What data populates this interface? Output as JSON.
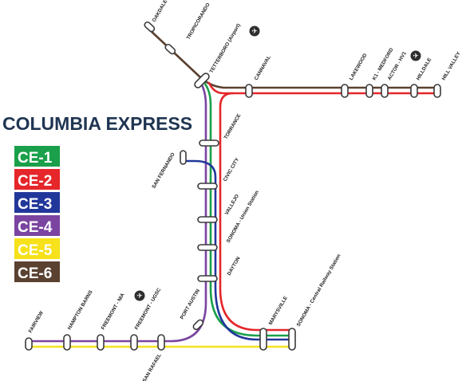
{
  "title": "COLUMBIA EXPRESS",
  "lines": [
    {
      "id": "CE-1",
      "label": "CE-1",
      "color": "#1aa04a"
    },
    {
      "id": "CE-2",
      "label": "CE-2",
      "color": "#e5262a"
    },
    {
      "id": "CE-3",
      "label": "CE-3",
      "color": "#22379a"
    },
    {
      "id": "CE-4",
      "label": "CE-4",
      "color": "#7a44a0"
    },
    {
      "id": "CE-5",
      "label": "CE-5",
      "color": "#f6e11a"
    },
    {
      "id": "CE-6",
      "label": "CE-6",
      "color": "#5a4130"
    }
  ],
  "stations": {
    "oakdale": "OAKDALE",
    "tropicorando": "TROPICORANDO",
    "tetterboro": "TETTERBORO (Airport)",
    "cannaval": "CANNAVAL",
    "lakewood": "LAKEWOOD",
    "k1_medford": "K1 - MEDFORD",
    "actor_hv1": "ACTOR - HV1",
    "hilldale": "HILLDALE",
    "hill_valley": "HILL VALLEY",
    "torrance": "TORRANCE",
    "san_fernando": "SAN FERNANDO",
    "civic_city": "CIVIC CITY",
    "vallejo": "VALLEJO",
    "sonoma_union": "SONOMA - Union Station",
    "dayton": "DAYTON",
    "marysville": "MARYSVILLE",
    "sonoma_central": "SONOMA - Central Railway Station",
    "fairview": "FAIRVIEW",
    "hampton_barns": "HAMPTON BARNS",
    "freemont_nia": "FREEMONT - NIA",
    "freemont_ugsc": "FREEMONT - UGSC",
    "port_austin": "PORT AUSTIN",
    "san_rafael": "SAN RAFAEL"
  },
  "icons": {
    "airport": "airplane-icon"
  }
}
